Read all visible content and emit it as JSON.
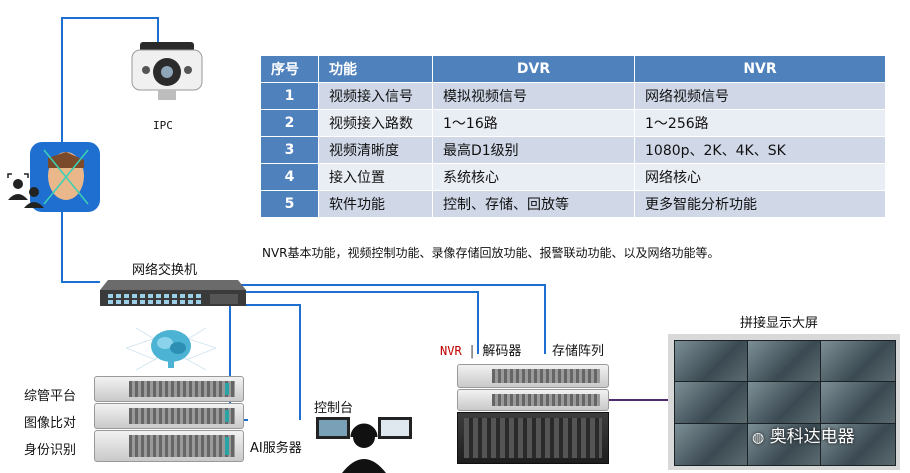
{
  "table": {
    "headers": [
      "序号",
      "功能",
      "DVR",
      "NVR"
    ],
    "rows": [
      [
        "1",
        "视频接入信号",
        "模拟视频信号",
        "网络视频信号"
      ],
      [
        "2",
        "视频接入路数",
        "1～16路",
        "1～256路"
      ],
      [
        "3",
        "视频清晰度",
        "最高D1级别",
        "1080p、2K、4K、SK"
      ],
      [
        "4",
        "接入位置",
        "系统核心",
        "网络核心"
      ],
      [
        "5",
        "软件功能",
        "控制、存储、回放等",
        "更多智能分析功能"
      ]
    ]
  },
  "note": "NVR基本功能，视频控制功能、录像存储回放功能、报警联动功能、以及网络功能等。",
  "labels": {
    "ipc": "IPC",
    "switch": "网络交换机",
    "platform_1": "综管平台",
    "platform_2": "图像比对",
    "platform_3": "身份识别",
    "ai_server": "AI服务器",
    "console": "控制台",
    "nvr": "NVR",
    "separator": "|",
    "decoder": "解码器",
    "storage": "存储阵列",
    "display_wall": "拼接显示大屏",
    "watermark": "奥科达电器"
  },
  "colors": {
    "line": "#1f6fd1",
    "table_header": "#4f81bd",
    "row_odd": "#d0d8e8",
    "row_even": "#e9edf4",
    "nvr_text": "#c00000"
  }
}
